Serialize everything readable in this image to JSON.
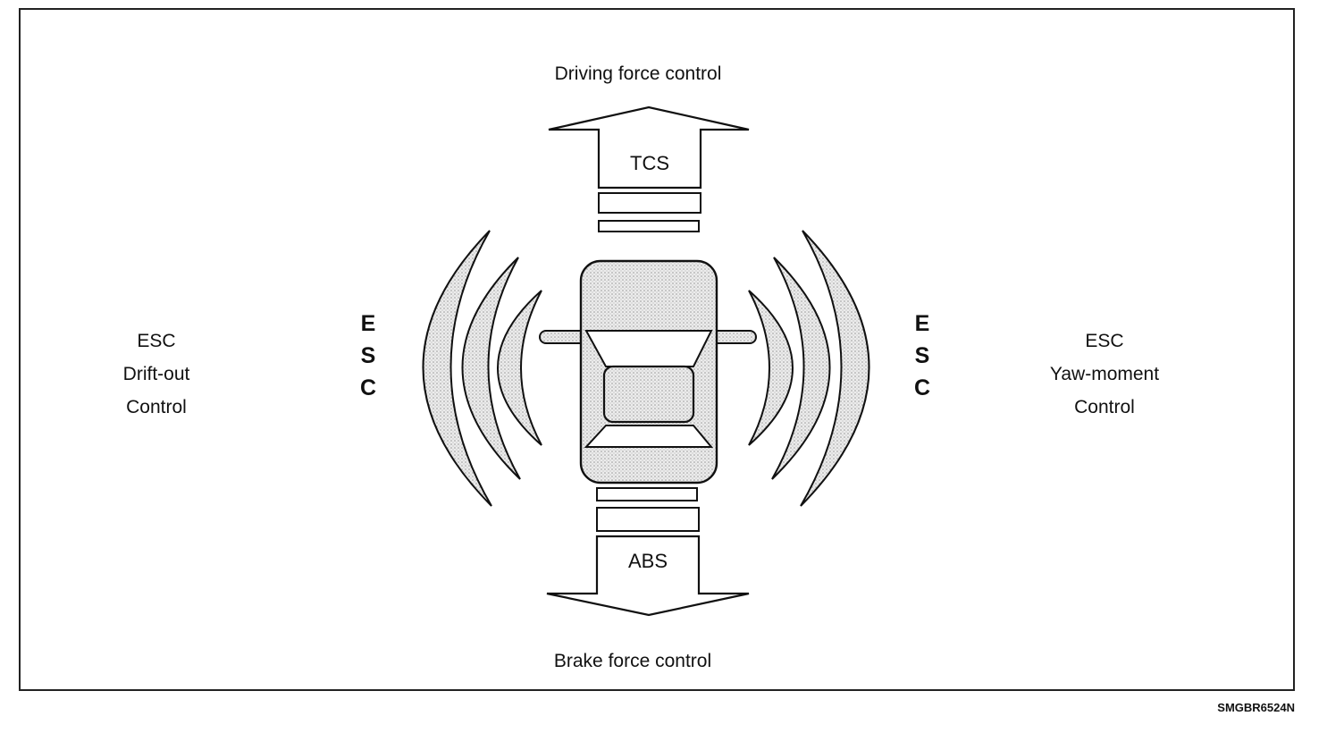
{
  "diagram": {
    "top_label": "Driving force control",
    "bottom_label": "Brake force control",
    "top_arrow_label": "TCS",
    "bottom_arrow_label": "ABS",
    "left_vertical": [
      "E",
      "S",
      "C"
    ],
    "right_vertical": [
      "E",
      "S",
      "C"
    ],
    "left_side_text": [
      "ESC",
      "Drift-out",
      "Control"
    ],
    "right_side_text": [
      "ESC",
      "Yaw-moment",
      "Control"
    ],
    "figure_code": "SMGBR6524N"
  }
}
